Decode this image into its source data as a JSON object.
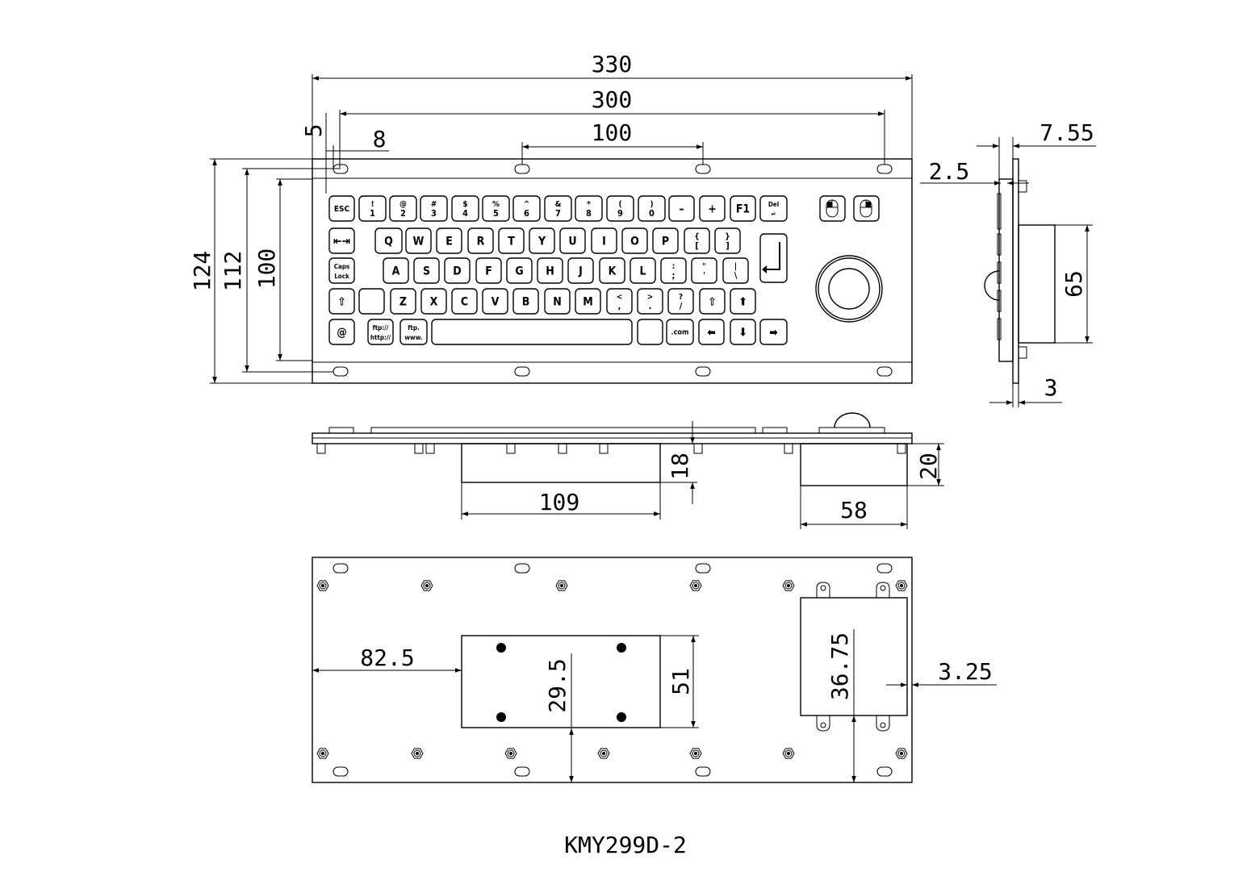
{
  "title": "KMY299D-2",
  "dimensions": {
    "total_width": "330",
    "hole_span": "300",
    "hole_pitch": "100",
    "corner_offset": "8",
    "edge_offset": "5",
    "total_height": "124",
    "hole_height": "112",
    "key_area_height": "100",
    "side_thickness": "7.55",
    "plate_thickness": "2.5",
    "trackball_depth": "65",
    "bottom_offset": "3",
    "pcb_depth": "18",
    "pcb_width": "109",
    "tb_depth": "20",
    "tb_width": "58",
    "pcb_x_offset": "82.5",
    "pcb_y_offset": "29.5",
    "pcb_height": "51",
    "tb_y_offset": "36.75",
    "tb_x_offset": "3.25"
  },
  "keys": {
    "row1": [
      {
        "top": "ESC",
        "bottom": ""
      },
      {
        "top": "!",
        "bottom": "1"
      },
      {
        "top": "@",
        "bottom": "2"
      },
      {
        "top": "#",
        "bottom": "3"
      },
      {
        "top": "$",
        "bottom": "4"
      },
      {
        "top": "%",
        "bottom": "5"
      },
      {
        "top": "^",
        "bottom": "6"
      },
      {
        "top": "&",
        "bottom": "7"
      },
      {
        "top": "*",
        "bottom": "8"
      },
      {
        "top": "(",
        "bottom": "9"
      },
      {
        "top": ")",
        "bottom": "0"
      },
      {
        "top": "–",
        "bottom": ""
      },
      {
        "top": "+",
        "bottom": ""
      },
      {
        "top": "F1",
        "bottom": ""
      },
      {
        "top": "Del",
        "bottom": "↵"
      }
    ],
    "row2": [
      {
        "top": "⇤⇥",
        "bottom": ""
      },
      {
        "top": "Q",
        "bottom": ""
      },
      {
        "top": "W",
        "bottom": ""
      },
      {
        "top": "E",
        "bottom": ""
      },
      {
        "top": "R",
        "bottom": ""
      },
      {
        "top": "T",
        "bottom": ""
      },
      {
        "top": "Y",
        "bottom": ""
      },
      {
        "top": "U",
        "bottom": ""
      },
      {
        "top": "I",
        "bottom": ""
      },
      {
        "top": "O",
        "bottom": ""
      },
      {
        "top": "P",
        "bottom": ""
      },
      {
        "top": "{",
        "bottom": "["
      },
      {
        "top": "}",
        "bottom": "]"
      }
    ],
    "row3": [
      {
        "top": "Caps",
        "bottom": "Lock"
      },
      {
        "top": "A",
        "bottom": ""
      },
      {
        "top": "S",
        "bottom": ""
      },
      {
        "top": "D",
        "bottom": ""
      },
      {
        "top": "F",
        "bottom": ""
      },
      {
        "top": "G",
        "bottom": ""
      },
      {
        "top": "H",
        "bottom": ""
      },
      {
        "top": "J",
        "bottom": ""
      },
      {
        "top": "K",
        "bottom": ""
      },
      {
        "top": "L",
        "bottom": ""
      },
      {
        "top": ":",
        "bottom": ";"
      },
      {
        "top": "\"",
        "bottom": "'"
      },
      {
        "top": "|",
        "bottom": "\\"
      }
    ],
    "row4": [
      {
        "top": "⇧",
        "bottom": ""
      },
      {
        "top": "",
        "bottom": ""
      },
      {
        "top": "Z",
        "bottom": ""
      },
      {
        "top": "X",
        "bottom": ""
      },
      {
        "top": "C",
        "bottom": ""
      },
      {
        "top": "V",
        "bottom": ""
      },
      {
        "top": "B",
        "bottom": ""
      },
      {
        "top": "N",
        "bottom": ""
      },
      {
        "top": "M",
        "bottom": ""
      },
      {
        "top": "<",
        "bottom": ","
      },
      {
        "top": ">",
        "bottom": "."
      },
      {
        "top": "?",
        "bottom": "/"
      },
      {
        "top": "⇧",
        "bottom": ""
      },
      {
        "top": "⬆",
        "bottom": ""
      }
    ],
    "row5": [
      {
        "top": "@",
        "bottom": ""
      },
      {
        "top": "ftp://",
        "bottom": "http://"
      },
      {
        "top": "ftp.",
        "bottom": "www."
      },
      {
        "top": "",
        "bottom": ""
      },
      {
        "top": "",
        "bottom": ""
      },
      {
        "top": ".com",
        "bottom": ""
      },
      {
        "top": "⬅",
        "bottom": ""
      },
      {
        "top": "⬇",
        "bottom": ""
      },
      {
        "top": "➡",
        "bottom": ""
      }
    ],
    "enter": "↵"
  },
  "icons": {
    "mouse_left": "mouse-left-button-icon",
    "mouse_right": "mouse-right-button-icon",
    "trackball": "trackball-icon"
  }
}
